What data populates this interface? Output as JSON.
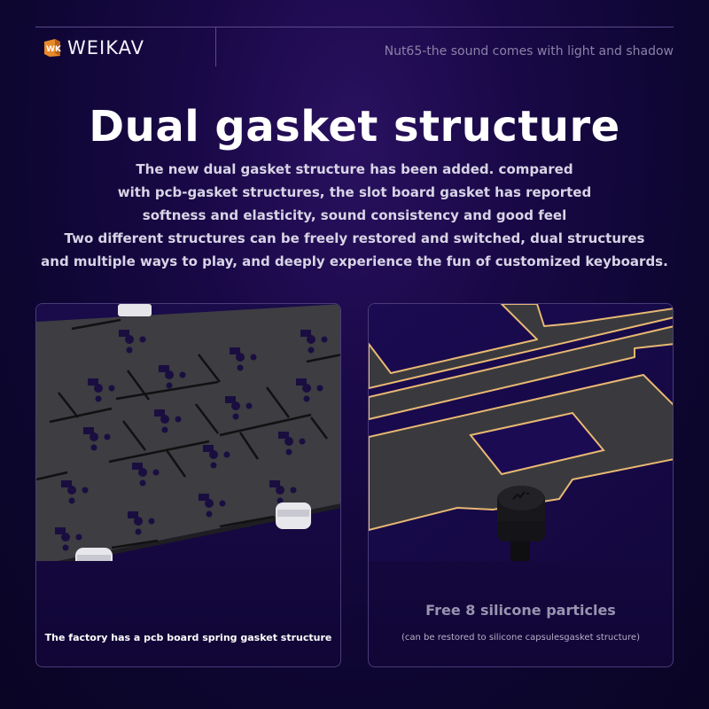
{
  "header": {
    "brand": "WEIKAV",
    "logo_icon": "wk-logo-icon",
    "tagline": "Nut65-the sound comes with light and shadow"
  },
  "hero": {
    "title": "Dual gasket structure",
    "description_lines": [
      "The new dual gasket structure has been added. compared",
      "with pcb-gasket structures, the slot board gasket has reported",
      "softness and elasticity, sound consistency and good feel",
      "Two different structures can be freely restored and switched, dual structures",
      "and multiple ways to play, and deeply experience the fun of customized keyboards."
    ]
  },
  "cards": [
    {
      "image": "pcb-plate-spring-gasket-image",
      "caption": "The factory has a pcb board spring gasket structure"
    },
    {
      "image": "slot-board-silicone-gasket-image",
      "title": "Free 8 silicone particles",
      "caption": "(can be restored to silicone capsulesgasket structure)"
    }
  ],
  "colors": {
    "background": "#150840",
    "accent_gold": "#e8b872",
    "plate_gray": "#3c3c40",
    "border": "#4a3c78"
  }
}
